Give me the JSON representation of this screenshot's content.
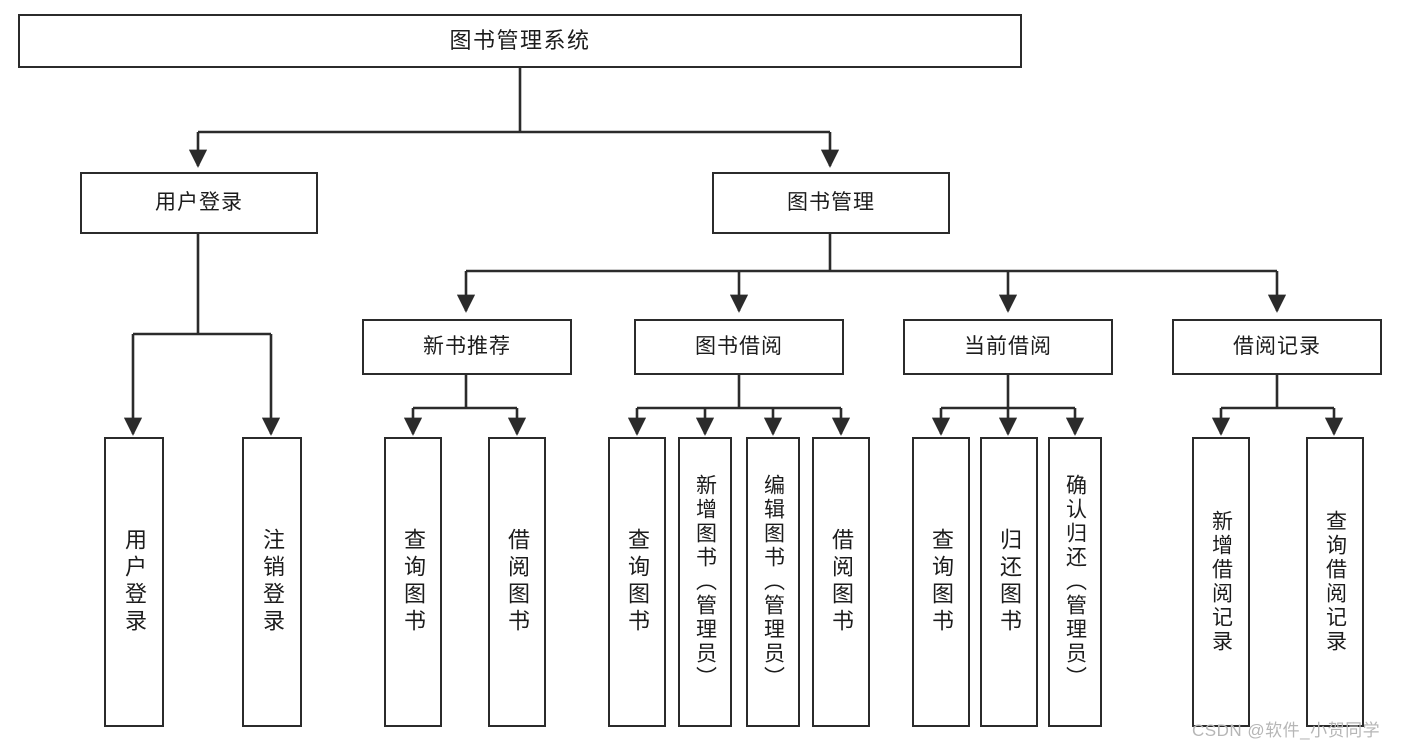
{
  "diagram": {
    "type": "tree-hierarchy",
    "title": "图书管理系统",
    "orientation": "top-down",
    "colors": {
      "box_border": "#2b2b2b",
      "box_fill": "#ffffff",
      "connector": "#2b2b2b",
      "text": "#1c1c1c",
      "background": "#ffffff",
      "watermark": "#b6b6b6"
    },
    "root": {
      "id": "root",
      "label": "图书管理系统"
    },
    "level1": [
      {
        "id": "user-login",
        "label": "用户登录"
      },
      {
        "id": "book-management",
        "label": "图书管理"
      }
    ],
    "level2": [
      {
        "id": "new-book-recommend",
        "label": "新书推荐",
        "parent": "book-management"
      },
      {
        "id": "book-borrow",
        "label": "图书借阅",
        "parent": "book-management"
      },
      {
        "id": "current-borrow",
        "label": "当前借阅",
        "parent": "book-management"
      },
      {
        "id": "borrow-record",
        "label": "借阅记录",
        "parent": "book-management"
      }
    ],
    "leaves": [
      {
        "id": "leaf-user-login",
        "label": "用户登录",
        "parent": "user-login"
      },
      {
        "id": "leaf-logout-login",
        "label": "注销登录",
        "parent": "user-login"
      },
      {
        "id": "leaf-query-book-1",
        "label": "查询图书",
        "parent": "new-book-recommend"
      },
      {
        "id": "leaf-borrow-book-1",
        "label": "借阅图书",
        "parent": "new-book-recommend"
      },
      {
        "id": "leaf-query-book-2",
        "label": "查询图书",
        "parent": "book-borrow"
      },
      {
        "id": "leaf-add-book",
        "label": "新增图书（管理员）",
        "parent": "book-borrow"
      },
      {
        "id": "leaf-edit-book",
        "label": "编辑图书（管理员）",
        "parent": "book-borrow"
      },
      {
        "id": "leaf-borrow-book-2",
        "label": "借阅图书",
        "parent": "book-borrow"
      },
      {
        "id": "leaf-query-book-3",
        "label": "查询图书",
        "parent": "current-borrow"
      },
      {
        "id": "leaf-return-book",
        "label": "归还图书",
        "parent": "current-borrow"
      },
      {
        "id": "leaf-confirm-return",
        "label": "确认归还（管理员）",
        "parent": "current-borrow"
      },
      {
        "id": "leaf-add-record",
        "label": "新增借阅记录",
        "parent": "borrow-record"
      },
      {
        "id": "leaf-query-record",
        "label": "查询借阅记录",
        "parent": "borrow-record"
      }
    ]
  },
  "watermark": {
    "text": "CSDN @软件_小贺同学"
  }
}
